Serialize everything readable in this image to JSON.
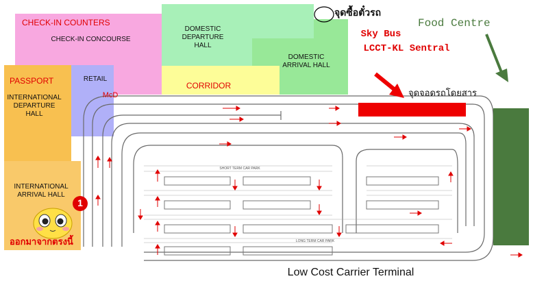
{
  "zones": {
    "checkin_counters": "CHECK-IN COUNTERS",
    "checkin_concourse": "CHECK-IN CONCOURSE",
    "domestic_departure": "DOMESTIC DEPARTURE HALL",
    "domestic_arrival": "DOMESTIC ARRIVAL HALL",
    "corridor": "CORRIDOR",
    "passport": "PASSPORT",
    "intl_departure": "INTERNATIONAL DEPARTURE HALL",
    "retail": "RETAIL",
    "mcd": "McD",
    "intl_arrival": "INTERNATIONAL ARRIVAL HALL"
  },
  "annotations": {
    "ticket_point": "จุดซื้อตั๋วรถ",
    "skybus_line1": "Sky Bus",
    "skybus_line2": "LCCT-KL Sentral",
    "bus_stop": "จุดจอดรถโดยสาร",
    "food_centre": "Food Centre",
    "exit_here": "ออกมาจากตรงนี้",
    "marker_number": "1"
  },
  "car_park": {
    "short_term": "SHORT TERM CAR PARK",
    "long_term": "LONG TERM CAR PARK"
  },
  "terminal_title": "Low Cost Carrier Terminal",
  "colors": {
    "pink": "#f8a8e0",
    "green": "#a8f0b8",
    "arrival_green": "#98e898",
    "yellow": "#fdfd98",
    "orange": "#f8c050",
    "purple": "#b0b0f8",
    "food_green": "#4a7a3e",
    "bus_red": "#ee0000",
    "road_gray": "#6a6a6a"
  }
}
